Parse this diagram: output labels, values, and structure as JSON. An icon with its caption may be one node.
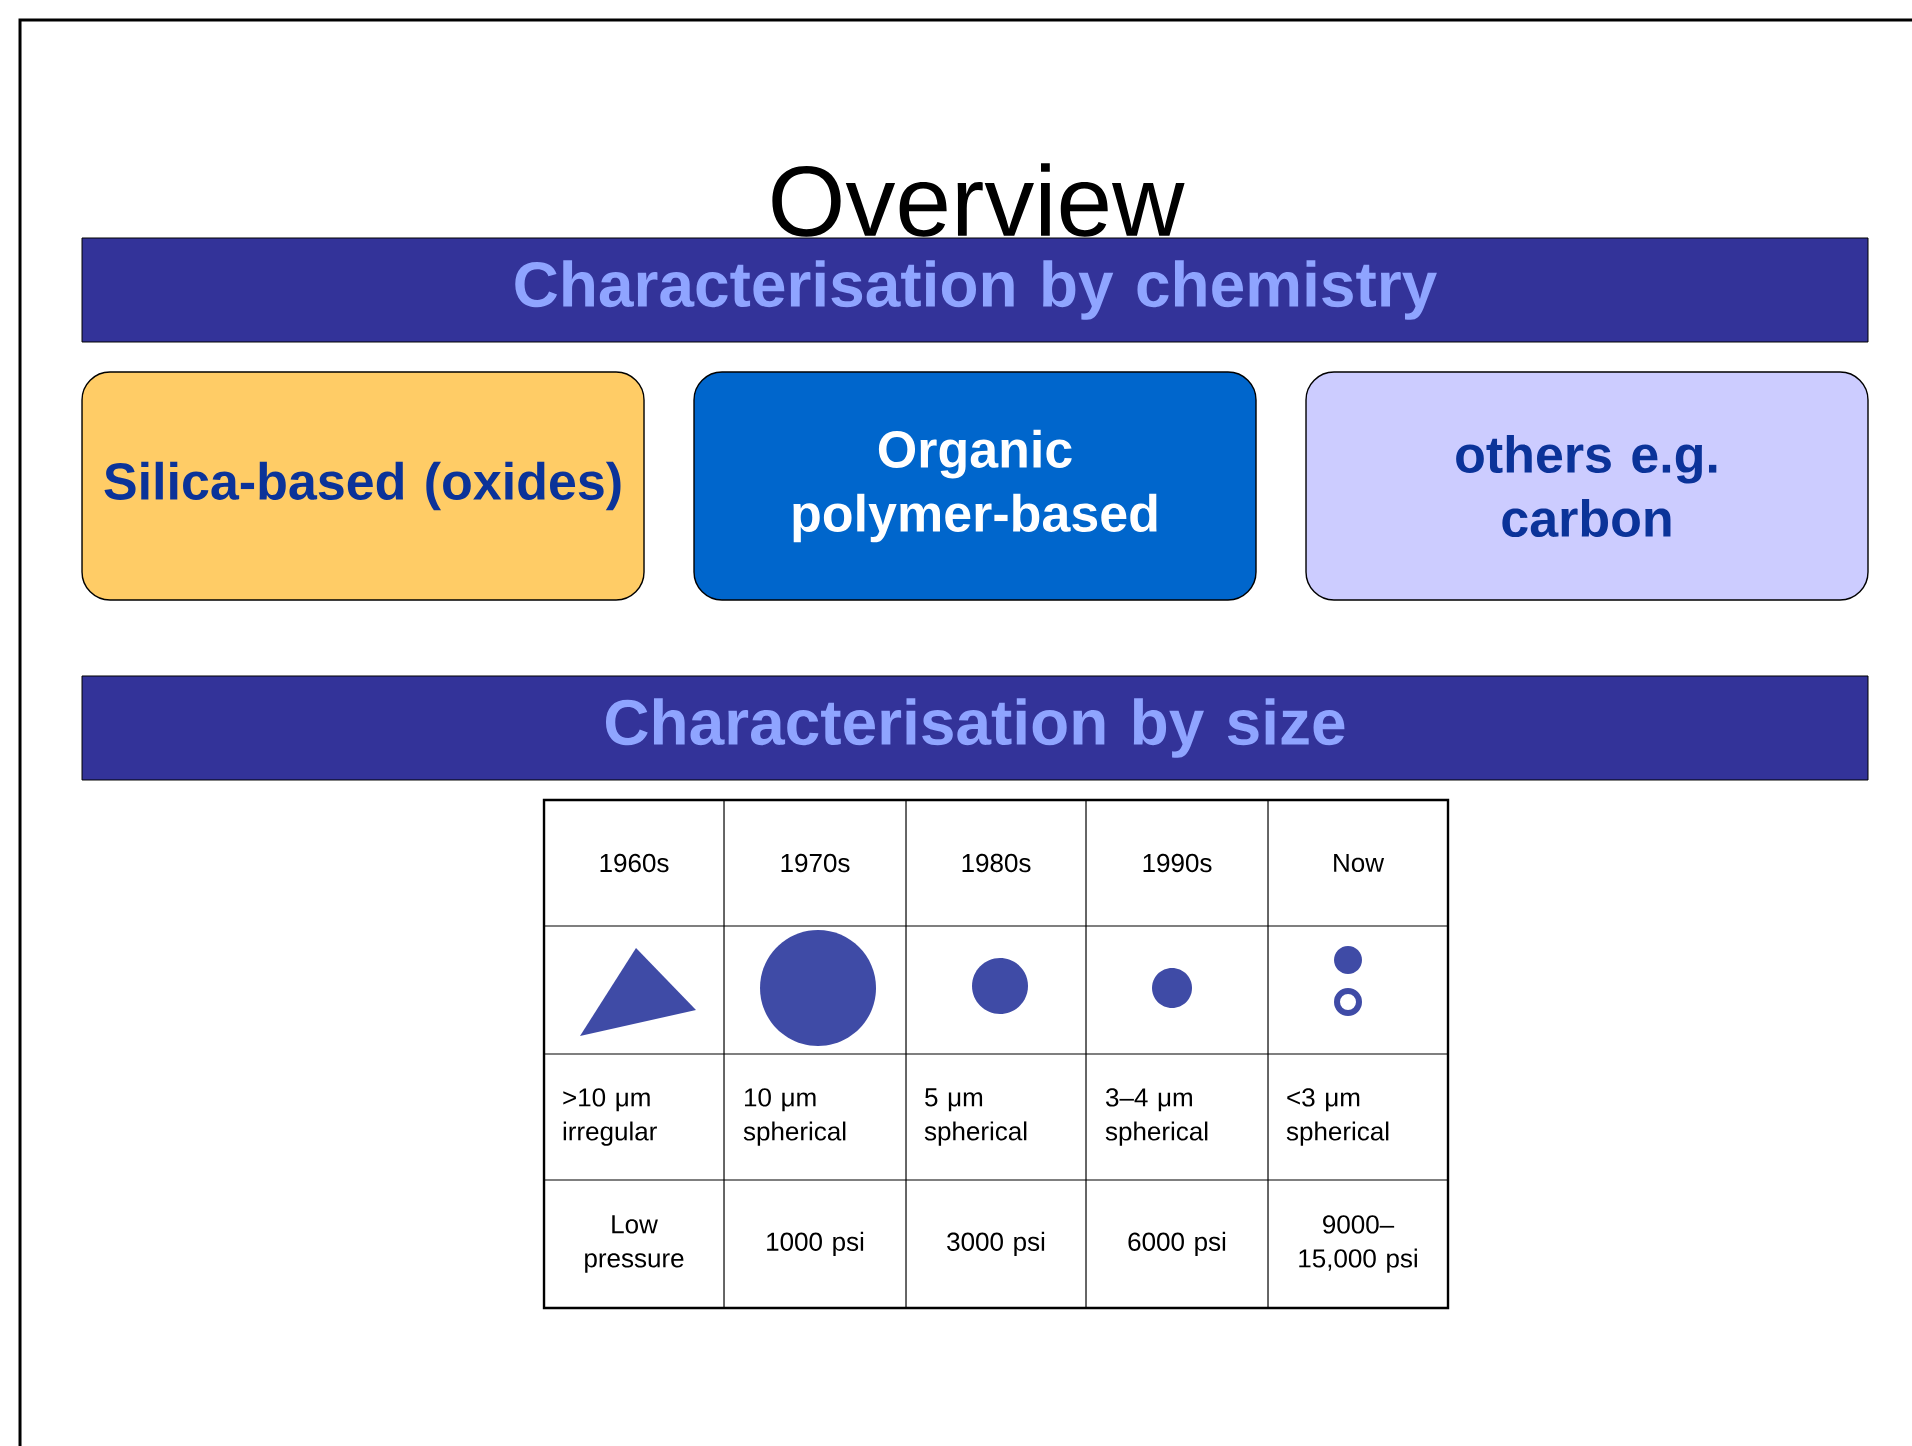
{
  "diagram": {
    "title": "Overview",
    "nodes": [
      {
        "text": [
          "Characterisation by chemistry"
        ]
      },
      {
        "text": [
          "Silica-based (oxides)"
        ]
      },
      {
        "text": [
          "Organic polymer-based"
        ]
      },
      {
        "text": [
          "others e.g. carbon"
        ]
      },
      {
        "text": [
          "Characterisation by size"
        ]
      }
    ],
    "labels": [
      "1960s",
      "1970s",
      "1980s",
      "1990s",
      "Now",
      ">10 μm irregular",
      "10 μm spherical",
      "5 μm spherical",
      "3–4 μm spherical",
      "<3 μm spherical",
      "Low pressure",
      "1000 psi",
      "3000 psi",
      "6000 psi",
      "9000– 15,000 psi"
    ]
  }
}
